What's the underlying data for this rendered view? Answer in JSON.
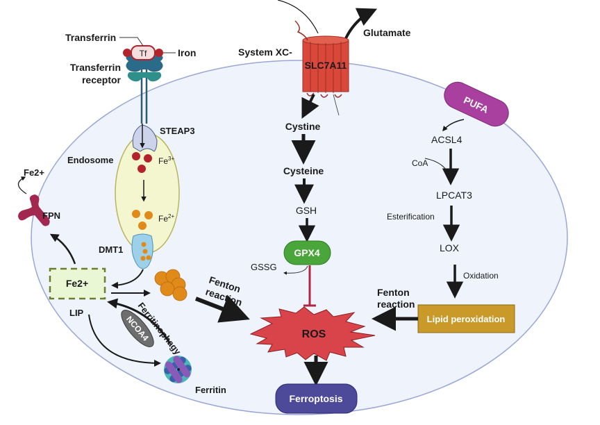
{
  "title": "Ferroptosis pathway",
  "colors": {
    "cell_fill": "#eef3fc",
    "cell_stroke": "#9aa6d6",
    "iron_red": "#b3232b",
    "fe2_orange": "#e08a1a",
    "endosome_fill": "#f3f6cf",
    "endosome_stroke": "#b7b45a",
    "lip_fill": "#eaf7d4",
    "lip_stroke": "#6b7d2e",
    "slc_red": "#d9483b",
    "gpx4_green": "#4aa63a",
    "pufa_magenta": "#a93f9e",
    "lipid_gold": "#c99a2a",
    "ferroptosis_purple": "#4e4a9a",
    "ros_red": "#d8444a",
    "ncoa4_gray": "#6e6e6e",
    "fpn_crimson": "#a3284f",
    "inhibit_red": "#b0283f"
  },
  "labels": {
    "transferrin": "Transferrin",
    "tf": "Tf",
    "iron": "Iron",
    "transferrin_receptor_1": "Transferrin",
    "transferrin_receptor_2": "receptor",
    "steap3": "STEAP3",
    "endosome": "Endosome",
    "fe3_base": "Fe",
    "fe3_sup": "3+",
    "fe2_base": "Fe",
    "fe2_sup": "2+",
    "dmt1": "DMT1",
    "fe2_out": "Fe2+",
    "fpn": "FPN",
    "lip_fe2": "Fe2+",
    "lip": "LIP",
    "ncoa4": "NCOA4",
    "ferritinophagy": "Ferritinophagy",
    "ferritin": "Ferritin",
    "fenton_left_1": "Fenton",
    "fenton_left_2": "reaction",
    "system_xc": "System XC-",
    "slc7a11": "SLC7A11",
    "glutamate": "Glutamate",
    "cystine": "Cystine",
    "cysteine": "Cysteine",
    "gsh": "GSH",
    "gpx4": "GPX4",
    "gssg": "GSSG",
    "ros": "ROS",
    "ferroptosis": "Ferroptosis",
    "pufa": "PUFA",
    "acsl4": "ACSL4",
    "coa": "CoA",
    "lpcat3": "LPCAT3",
    "esterification": "Esterification",
    "lox": "LOX",
    "oxidation": "Oxidation",
    "fenton_right_1": "Fenton",
    "fenton_right_2": "reaction",
    "lipid_peroxidation": "Lipid peroxidation"
  }
}
